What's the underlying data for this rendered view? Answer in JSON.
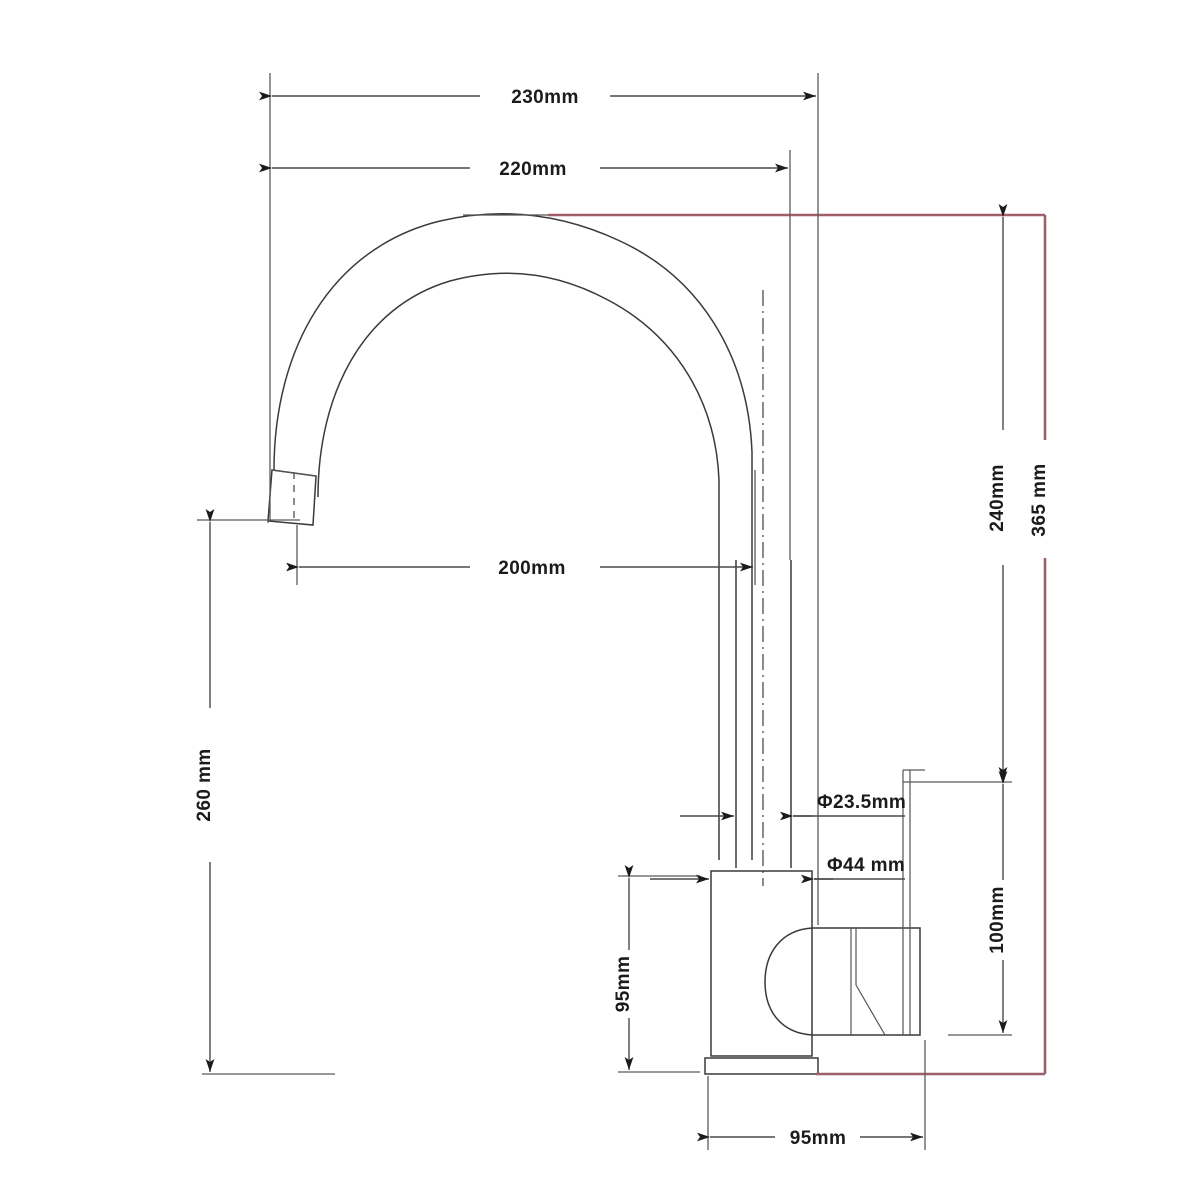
{
  "title": "Kitchen Faucet Dimension Drawing",
  "units": "mm",
  "colors": {
    "line": "#3a3a3a",
    "dimension": "#4a4a4a",
    "accent_red": "#a05f68",
    "text": "#1b1b1b",
    "background": "#ffffff"
  },
  "dimensions": {
    "overall_width": "230mm",
    "spout_reach_upper": "220mm",
    "spout_reach_lower": "200mm",
    "spout_height_clearance": "260 mm",
    "body_to_spout_height": "240mm",
    "overall_height": "365 mm",
    "handle_height": "100mm",
    "base_height": "95mm",
    "base_depth": "95mm",
    "tube_diameter": "Φ23.5mm",
    "base_diameter": "Φ44 mm"
  },
  "labels": [
    {
      "id": "d230",
      "text": "230mm",
      "orientation": "horizontal"
    },
    {
      "id": "d220",
      "text": "220mm",
      "orientation": "horizontal"
    },
    {
      "id": "d200",
      "text": "200mm",
      "orientation": "horizontal"
    },
    {
      "id": "d260",
      "text": "260 mm",
      "orientation": "vertical"
    },
    {
      "id": "d240",
      "text": "240mm",
      "orientation": "vertical"
    },
    {
      "id": "d365",
      "text": "365 mm",
      "orientation": "vertical"
    },
    {
      "id": "d100",
      "text": "100mm",
      "orientation": "vertical"
    },
    {
      "id": "d95v",
      "text": "95mm",
      "orientation": "vertical"
    },
    {
      "id": "d95h",
      "text": "95mm",
      "orientation": "horizontal"
    },
    {
      "id": "dia235",
      "text": "Φ23.5mm",
      "orientation": "horizontal"
    },
    {
      "id": "dia44",
      "text": "Φ44 mm",
      "orientation": "horizontal"
    }
  ]
}
